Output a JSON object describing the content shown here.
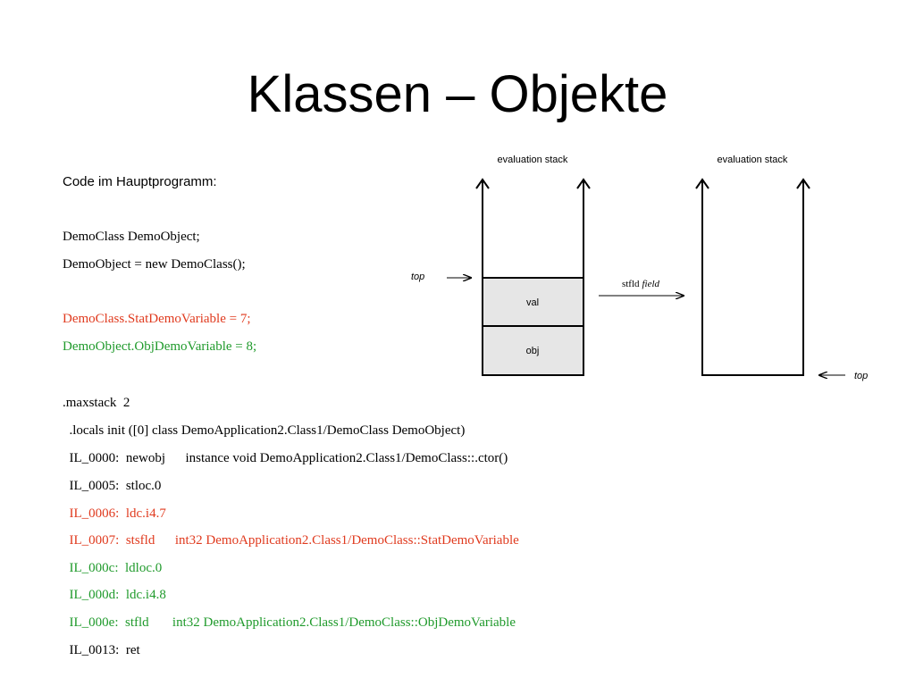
{
  "slide": {
    "title": "Klassen – Objekte"
  },
  "code": {
    "heading": "Code im Hauptprogramm:",
    "main_lines": [
      "DemoClass DemoObject;",
      "DemoObject = new DemoClass();",
      "DemoClass.StatDemoVariable = 7;",
      "DemoObject.ObjDemoVariable = 8;"
    ],
    "il_lines": [
      ".maxstack  2",
      "  .locals init ([0] class DemoApplication2.Class1/DemoClass DemoObject)",
      "  IL_0000:  newobj      instance void DemoApplication2.Class1/DemoClass::.ctor()",
      "  IL_0005:  stloc.0",
      "  IL_0006:  ldc.i4.7",
      "  IL_0007:  stsfld      int32 DemoApplication2.Class1/DemoClass::StatDemoVariable",
      "  IL_000c:  ldloc.0",
      "  IL_000d:  ldc.i4.8",
      "  IL_000e:  stfld       int32 DemoApplication2.Class1/DemoClass::ObjDemoVariable",
      "  IL_0013:  ret"
    ]
  },
  "diagram": {
    "left_stack_label": "evaluation stack",
    "right_stack_label": "evaluation stack",
    "top_left_label": "top",
    "top_right_label": "top",
    "cell_val": "val",
    "cell_obj": "obj",
    "instruction_opcode": "stfld",
    "instruction_operand": "field"
  },
  "colors": {
    "red": "#e03a1e",
    "green": "#1f9a2b",
    "cell_fill": "#e6e6e6"
  }
}
